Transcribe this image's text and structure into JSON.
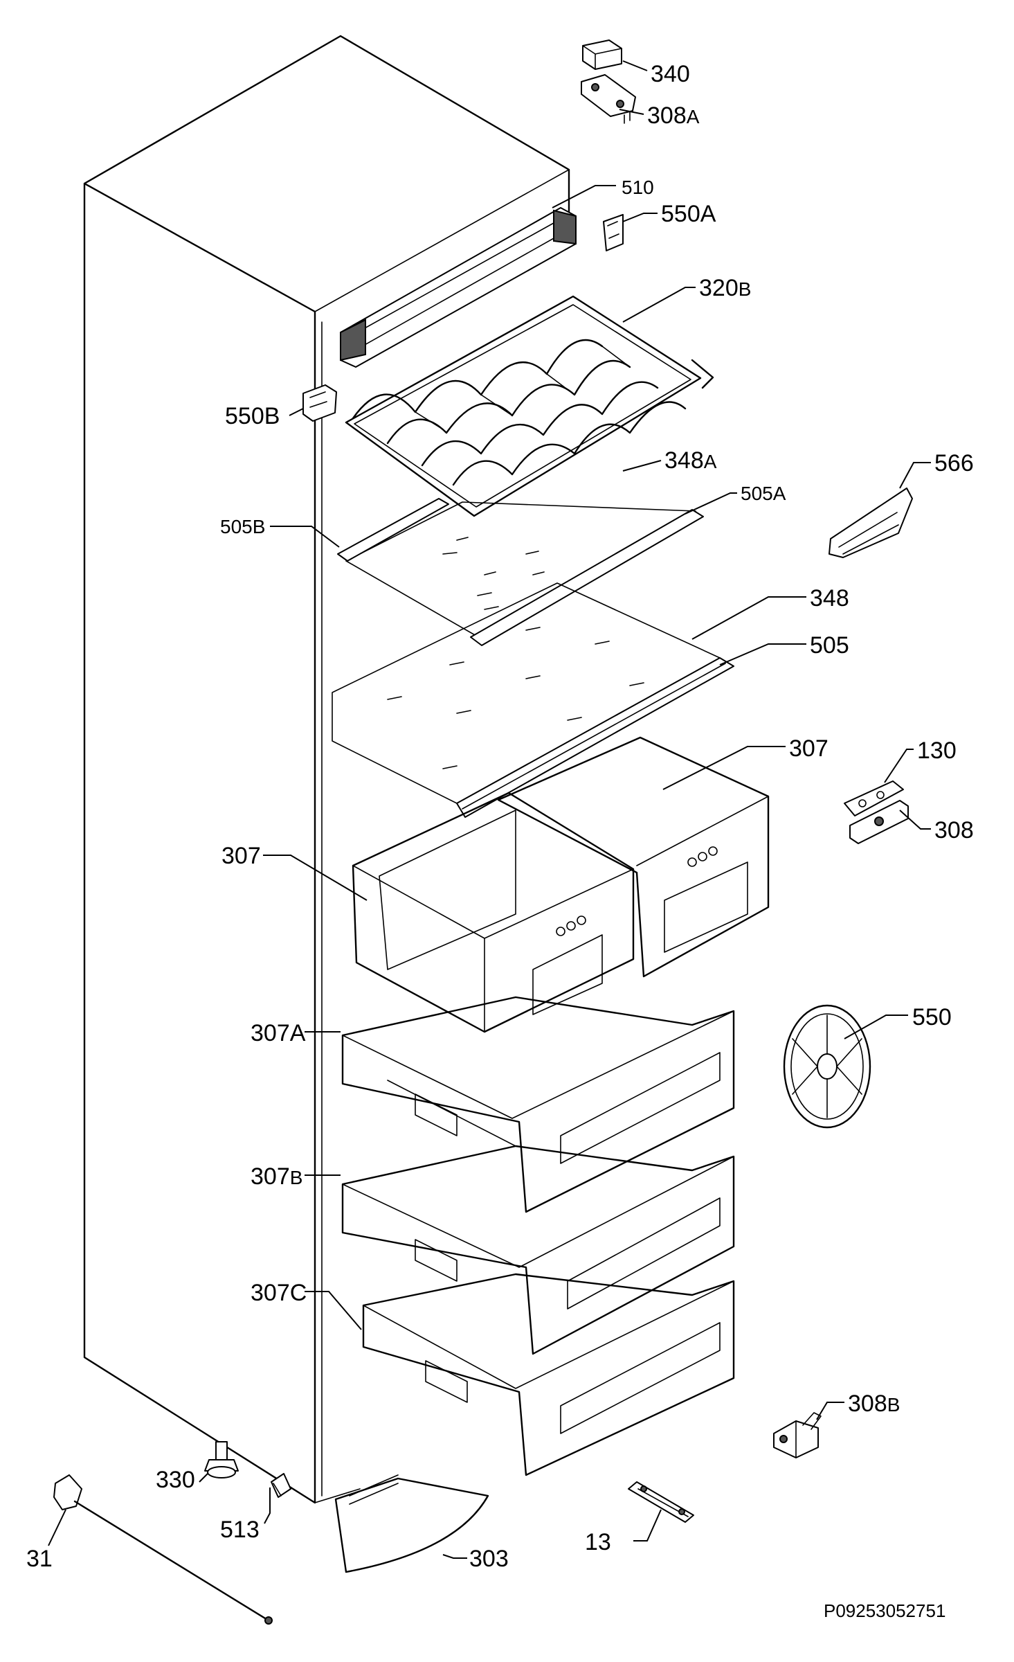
{
  "diagram_code": "P09253052751",
  "labels": {
    "l340": "340",
    "l308A": "308",
    "l308A_suffix": "A",
    "l510": "510",
    "l550A": "550A",
    "l320B": "320",
    "l320B_suffix": "B",
    "l550B": "550B",
    "l348A": "348",
    "l348A_suffix": "A",
    "l505A": "505A",
    "l566": "566",
    "l505B": "505B",
    "l348": "348",
    "l505": "505",
    "l307_right": "307",
    "l130": "130",
    "l308": "308",
    "l307_left": "307",
    "l550": "550",
    "l307A": "307A",
    "l307B": "307",
    "l307B_suffix": "B",
    "l307C": "307C",
    "l308B": "308",
    "l308B_suffix": "B",
    "l330": "330",
    "l513": "513",
    "l31": "31",
    "l303": "303",
    "l13": "13"
  }
}
